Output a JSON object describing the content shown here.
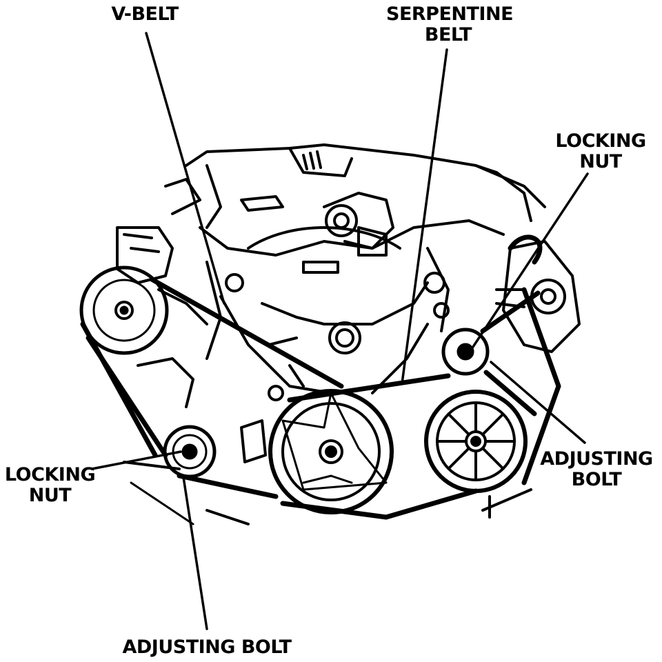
{
  "labels": {
    "v_belt": "V-BELT",
    "serpentine_belt": {
      "line1": "SERPENTINE",
      "line2": "BELT"
    },
    "locking_nut_right": {
      "line1": "LOCKING",
      "line2": "NUT"
    },
    "adjusting_bolt_right": {
      "line1": "ADJUSTING",
      "line2": "BOLT"
    },
    "locking_nut_left": {
      "line1": "LOCKING",
      "line2": "NUT"
    },
    "adjusting_bolt_bottom": "ADJUSTING BOLT"
  },
  "colors": {
    "ink": "#000000",
    "background": "#ffffff"
  }
}
